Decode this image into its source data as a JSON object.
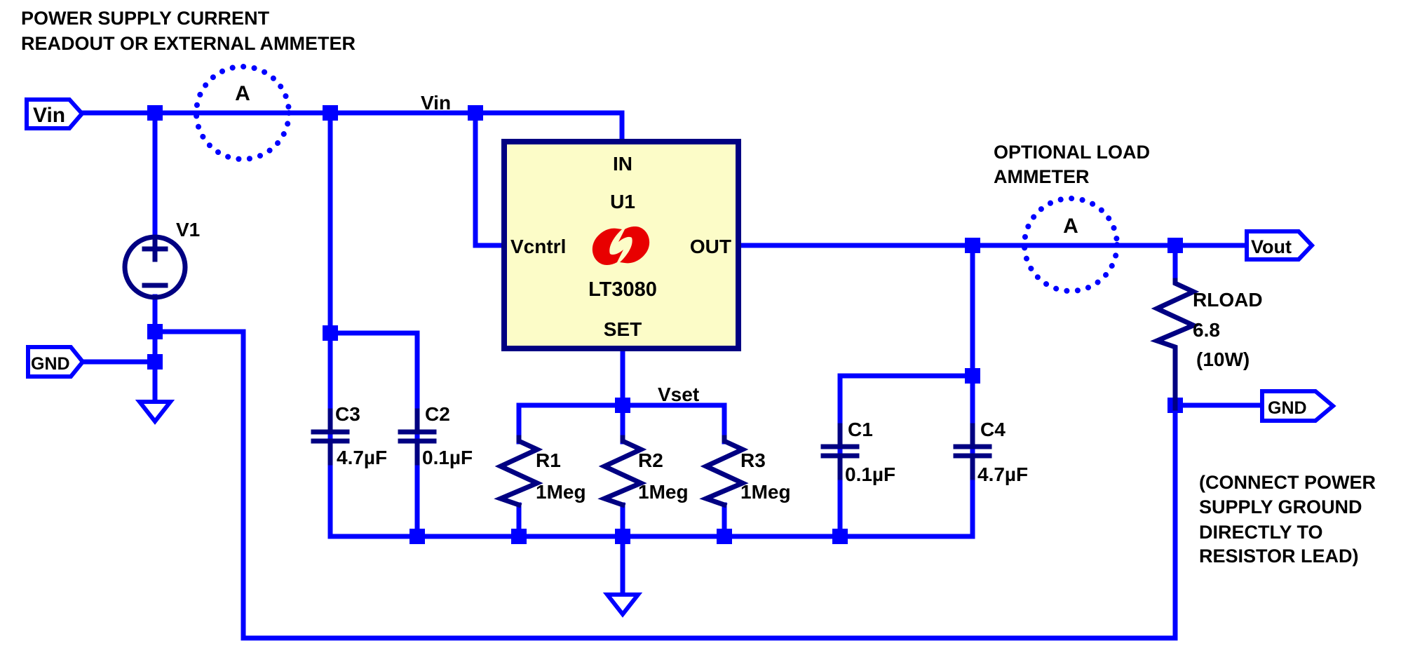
{
  "colors": {
    "background": "#ffffff",
    "wire": "#0000ff",
    "component": "#000082",
    "ic_fill": "#fcfcc8",
    "logo_red": "#e80000",
    "text": "#000000"
  },
  "title": {
    "line1": "POWER SUPPLY CURRENT",
    "line2": "READOUT OR EXTERNAL AMMETER"
  },
  "ports": {
    "vin": "Vin",
    "gnd_left": "GND",
    "vout": "Vout",
    "gnd_right": "GND"
  },
  "nets": {
    "vin_label": "Vin",
    "vset_label": "Vset"
  },
  "ammeters": {
    "supply": {
      "symbol": "A"
    },
    "load": {
      "symbol": "A",
      "caption_line1": "OPTIONAL LOAD",
      "caption_line2": "AMMETER"
    }
  },
  "source_v1": {
    "ref": "V1"
  },
  "ic": {
    "ref": "U1",
    "part": "LT3080",
    "pin_in": "IN",
    "pin_vcntrl": "Vcntrl",
    "pin_out": "OUT",
    "pin_set": "SET"
  },
  "capacitors": {
    "c3": {
      "ref": "C3",
      "value": "4.7µF"
    },
    "c2": {
      "ref": "C2",
      "value": "0.1µF"
    },
    "c1": {
      "ref": "C1",
      "value": "0.1µF"
    },
    "c4": {
      "ref": "C4",
      "value": "4.7µF"
    }
  },
  "resistors": {
    "r1": {
      "ref": "R1",
      "value": "1Meg"
    },
    "r2": {
      "ref": "R2",
      "value": "1Meg"
    },
    "r3": {
      "ref": "R3",
      "value": "1Meg"
    },
    "rload": {
      "ref": "RLOAD",
      "value": "6.8",
      "power": "(10W)"
    }
  },
  "note": {
    "line1": "(CONNECT POWER",
    "line2": "SUPPLY GROUND",
    "line3": "DIRECTLY TO",
    "line4": "RESISTOR LEAD)"
  }
}
